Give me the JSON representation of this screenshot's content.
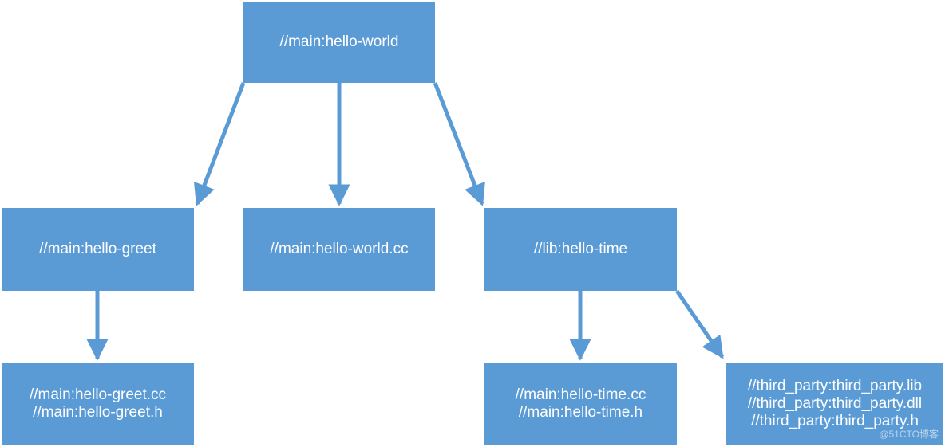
{
  "nodes": {
    "root": {
      "lines": [
        "//main:hello-world"
      ]
    },
    "hello_greet": {
      "lines": [
        "//main:hello-greet"
      ]
    },
    "hello_world_cc": {
      "lines": [
        "//main:hello-world.cc"
      ]
    },
    "hello_time": {
      "lines": [
        "//lib:hello-time"
      ]
    },
    "greet_files": {
      "lines": [
        "//main:hello-greet.cc",
        "//main:hello-greet.h"
      ]
    },
    "time_files": {
      "lines": [
        "//main:hello-time.cc",
        "//main:hello-time.h"
      ]
    },
    "third_party": {
      "lines": [
        "//third_party:third_party.lib",
        "//third_party:third_party.dll",
        "//third_party:third_party.h"
      ]
    }
  },
  "edges": [
    {
      "from": "root",
      "to": "hello_greet"
    },
    {
      "from": "root",
      "to": "hello_world_cc"
    },
    {
      "from": "root",
      "to": "hello_time"
    },
    {
      "from": "hello_greet",
      "to": "greet_files"
    },
    {
      "from": "hello_time",
      "to": "time_files"
    },
    {
      "from": "hello_time",
      "to": "third_party"
    }
  ],
  "watermark": "@51CTO博客",
  "colors": {
    "node_fill": "#5b9bd5",
    "node_text": "#ffffff",
    "arrow": "#5b9bd5"
  }
}
